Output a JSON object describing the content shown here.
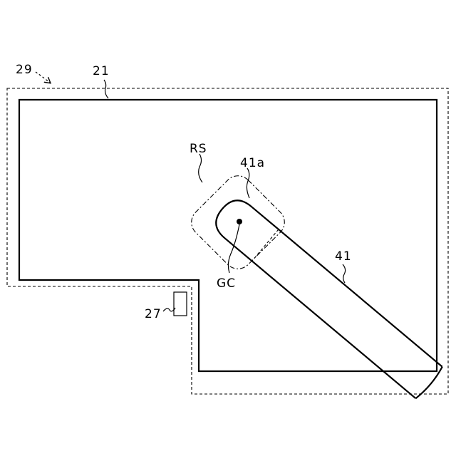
{
  "labels": {
    "ref_29": "29",
    "ref_21": "21",
    "ref_rs": "RS",
    "ref_41a": "41a",
    "ref_41": "41",
    "ref_gc": "GC",
    "ref_27": "27"
  }
}
